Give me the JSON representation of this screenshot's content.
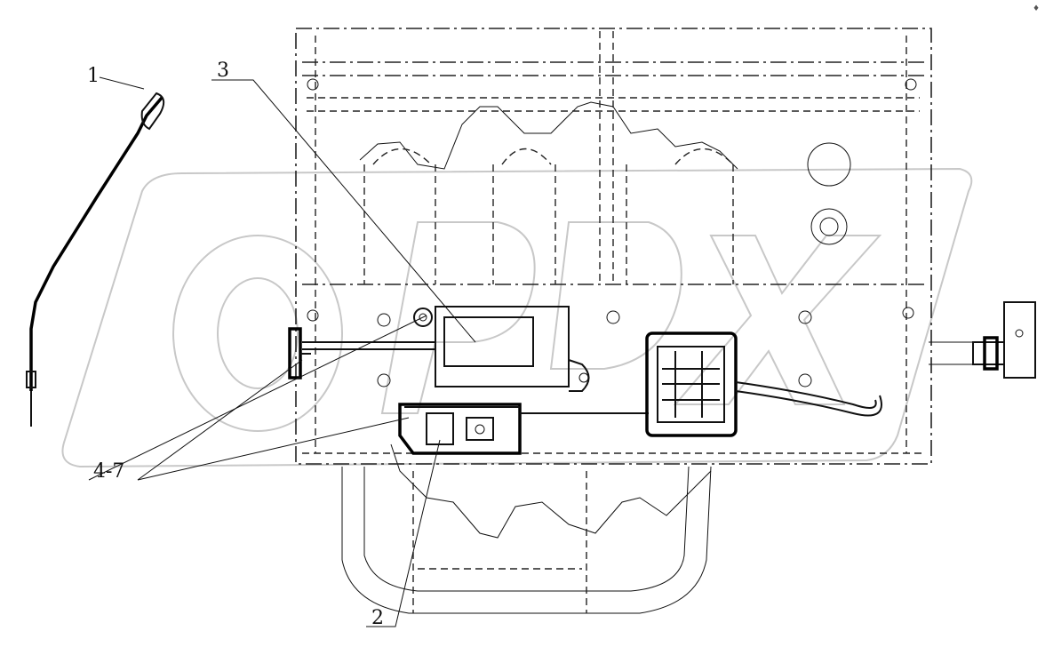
{
  "labels": {
    "part_1": "1",
    "part_2": "2",
    "part_3": "3",
    "part_4_7": "4-7"
  },
  "corner_mark": "♦"
}
